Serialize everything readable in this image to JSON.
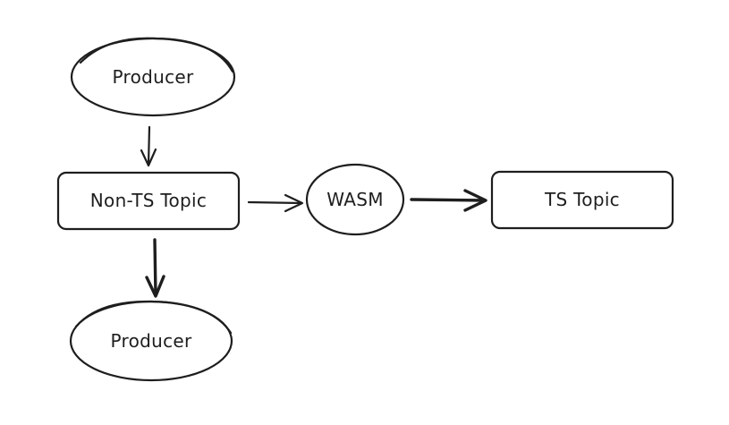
{
  "diagram": {
    "nodes": {
      "producer_top": {
        "label": "Producer",
        "shape": "ellipse"
      },
      "non_ts_topic": {
        "label": "Non-TS Topic",
        "shape": "rounded-rect"
      },
      "wasm": {
        "label": "WASM",
        "shape": "ellipse"
      },
      "ts_topic": {
        "label": "TS Topic",
        "shape": "rounded-rect"
      },
      "producer_bottom": {
        "label": "Producer",
        "shape": "ellipse"
      }
    },
    "edges": [
      {
        "from": "producer_top",
        "to": "non_ts_topic"
      },
      {
        "from": "non_ts_topic",
        "to": "wasm"
      },
      {
        "from": "wasm",
        "to": "ts_topic"
      },
      {
        "from": "non_ts_topic",
        "to": "producer_bottom"
      }
    ],
    "colors": {
      "stroke": "#1e1e1e",
      "fill": "#ffffff",
      "background": "#ffffff"
    }
  }
}
